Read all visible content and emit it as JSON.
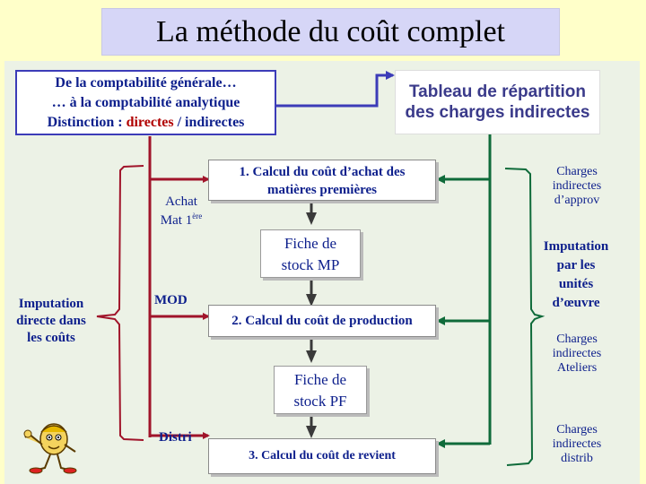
{
  "title": "La méthode du coût complet",
  "intro": {
    "line1": "De la comptabilité générale…",
    "line2": "… à la comptabilité analytique",
    "line3_prefix": "Distinction : ",
    "line3_directes": "directes",
    "line3_sep": " / ",
    "line3_indirectes": "indirectes"
  },
  "table_repartition": {
    "line1": "Tableau de répartition",
    "line2": "des charges indirectes"
  },
  "steps": {
    "step1_line1": "1. Calcul du coût d’achat des",
    "step1_line2": "matières premières",
    "step2": "2. Calcul du coût de production",
    "step3": "3. Calcul du coût de revient"
  },
  "stocks": {
    "mp_line1": "Fiche de",
    "mp_line2": "stock MP",
    "pf_line1": "Fiche de",
    "pf_line2": "stock PF"
  },
  "direct": {
    "imputation_line1": "Imputation",
    "imputation_line2": "directe dans",
    "imputation_line3": "les coûts",
    "achat_line1": "Achat",
    "achat_line2": "Mat 1",
    "achat_sup": "ère",
    "mod": "MOD",
    "distri": "Distri"
  },
  "indirect": {
    "approv_line1": "Charges",
    "approv_line2": "indirectes",
    "approv_line3": "d’approv",
    "imputation_line1": "Imputation",
    "imputation_line2": "par les",
    "imputation_line3": "unités",
    "imputation_line4": "d’œuvre",
    "ateliers_line1": "Charges",
    "ateliers_line2": "indirectes",
    "ateliers_line3": "Ateliers",
    "distrib_line1": "Charges",
    "distrib_line2": "indirectes",
    "distrib_line3": "distrib"
  },
  "colors": {
    "direct_arrows": "#a0142a",
    "indirect_arrows": "#0f6b3a",
    "flow_arrows": "#3a3a3a",
    "text_blue": "#0d1f8c"
  }
}
